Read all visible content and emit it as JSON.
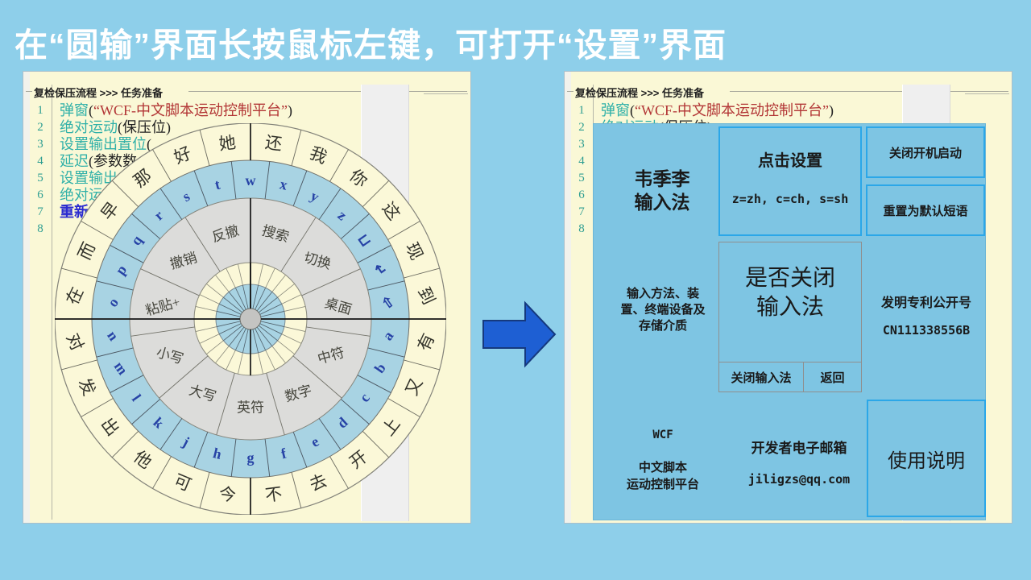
{
  "title": "在“圆输”界面长按鼠标左键，可打开“设置”界面",
  "editor": {
    "header": "复检保压流程 >>> 任务准备",
    "line_numbers": [
      "1",
      "2",
      "3",
      "4",
      "5",
      "6",
      "7",
      "8"
    ],
    "code_lines": [
      [
        {
          "t": "弹窗",
          "c": "teal"
        },
        {
          "t": "(",
          "c": "black"
        },
        {
          "t": "“WCF-中文脚本运动控制平台”",
          "c": "red"
        },
        {
          "t": ")",
          "c": "black"
        }
      ],
      [
        {
          "t": "绝对运动",
          "c": "teal"
        },
        {
          "t": "(保压位)",
          "c": "black"
        }
      ],
      [
        {
          "t": "设置输出置位",
          "c": "teal"
        },
        {
          "t": "(",
          "c": "black"
        }
      ],
      [
        {
          "t": "延迟",
          "c": "teal"
        },
        {
          "t": "(参数数",
          "c": "black"
        }
      ],
      [
        {
          "t": "设置输出",
          "c": "teal"
        }
      ],
      [
        {
          "t": "绝对运动",
          "c": "teal"
        }
      ],
      [
        {
          "t": "重新",
          "c": "blue"
        }
      ],
      []
    ]
  },
  "wheel": {
    "outer_ring": [
      "还",
      "我",
      "你",
      "这",
      "现",
      "到",
      "有",
      "又",
      "上",
      "开",
      "去",
      "不",
      "今",
      "可",
      "他",
      "出",
      "发",
      "对",
      "在",
      "而",
      "早",
      "那",
      "好",
      "她"
    ],
    "letter_ring": [
      "w",
      "x",
      "y",
      "z",
      "⊔",
      "↵",
      "⇦",
      "a",
      "b",
      "c",
      "d",
      "e",
      "f",
      "g",
      "h",
      "j",
      "k",
      "l",
      "m",
      "n",
      "o",
      "p",
      "q",
      "r",
      "s",
      "t"
    ],
    "command_ring": [
      "搜索",
      "切换",
      "桌面",
      "中符",
      "数字",
      "英符",
      "大写",
      "小写",
      "粘贴+",
      "撤销",
      "反撤"
    ]
  },
  "dialog": {
    "ime_name_lines": [
      "韦季李",
      "输入法"
    ],
    "click_settings": "点击设置",
    "shortcuts": "z=zh, c=ch, s=sh",
    "close_startup": "关闭开机启动",
    "reset_phrases": "重置为默认短语",
    "patent_desc_lines": [
      "输入方法、装",
      "置、终端设备及",
      "存储介质"
    ],
    "confirm_title_lines": [
      "是否关闭",
      "输入法"
    ],
    "close_ime": "关闭输入法",
    "back": "返回",
    "patent_label": "发明专利公开号",
    "patent_number": "CN111338556B",
    "wcf": "WCF",
    "platform_lines": [
      "中文脚本",
      "运动控制平台"
    ],
    "email_label": "开发者电子邮箱",
    "email": "jiligzs@qq.com",
    "manual": "使用说明"
  },
  "colors": {
    "page_bg": "#8ECFEA",
    "panel_bg": "#FAF8D6",
    "dialog_bg": "#7EC5E3",
    "accent_border": "#2BA7E8",
    "arrow_fill": "#1E5FD3",
    "arrow_stroke": "#15397E",
    "ring_letters_bg": "#A8D3E3",
    "ring_commands_bg": "#DCDCDA",
    "ring_cream_bg": "#FBF8D8",
    "wheel_center_bg": "#C4C4C2",
    "code_teal": "#2FB0A8",
    "code_red": "#B23535",
    "code_blue": "#2B2BD0",
    "gutter_number": "#2E9E92"
  }
}
